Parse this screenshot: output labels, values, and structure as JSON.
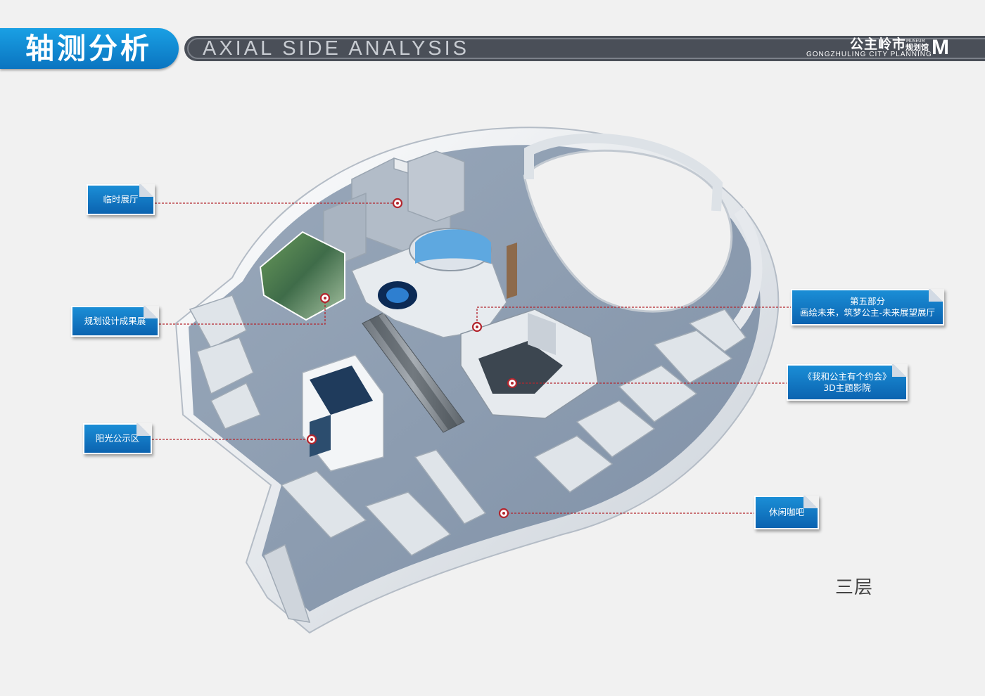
{
  "header": {
    "title_cn": "轴测分析",
    "title_en": "AXIAL SIDE ANALYSIS",
    "logo": {
      "name_cn": "公主岭市",
      "museum_en": "MUSEUM",
      "museum_cn": "规划馆",
      "letter": "M",
      "name_en": "GONGZHULING CITY PLANNING"
    }
  },
  "labels": [
    {
      "id": "temporary-hall",
      "text": "临时展厅"
    },
    {
      "id": "planning-results",
      "text": "规划设计成果展"
    },
    {
      "id": "public-notice",
      "text": "阳光公示区"
    },
    {
      "id": "part-five",
      "line1": "第五部分",
      "line2": "画绘未来，筑梦公主-未来展望展厅"
    },
    {
      "id": "cinema",
      "line1": "《我和公主有个约会》",
      "line2": "3D主题影院"
    },
    {
      "id": "cafe",
      "text": "休闲咖吧"
    }
  ],
  "floor_label": "三层",
  "colors": {
    "accent_blue": "#0b74c2",
    "header_dark": "#4a4f58",
    "leader_red": "#b3262e",
    "floor": "#8a9bb0",
    "wall": "#e8ebee"
  }
}
